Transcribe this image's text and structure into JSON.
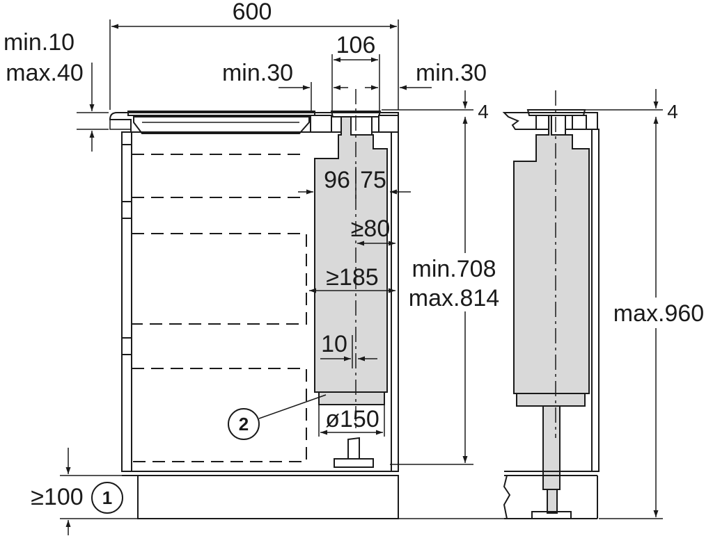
{
  "dimensions": {
    "width_total": "600",
    "duct_106": "106",
    "min30_left": "min.30",
    "min30_right": "min.30",
    "min10": "min.10",
    "max40": "max.40",
    "gap4_left": "4",
    "gap4_right": "4",
    "d96": "96",
    "d75": "75",
    "d80": "≥80",
    "d185": "≥185",
    "d10": "10",
    "dia150": "ø150",
    "min708": "min.708",
    "max814": "max.814",
    "max960": "max.960",
    "plinth100": "≥100"
  },
  "callouts": {
    "c1": "1",
    "c2": "2"
  }
}
